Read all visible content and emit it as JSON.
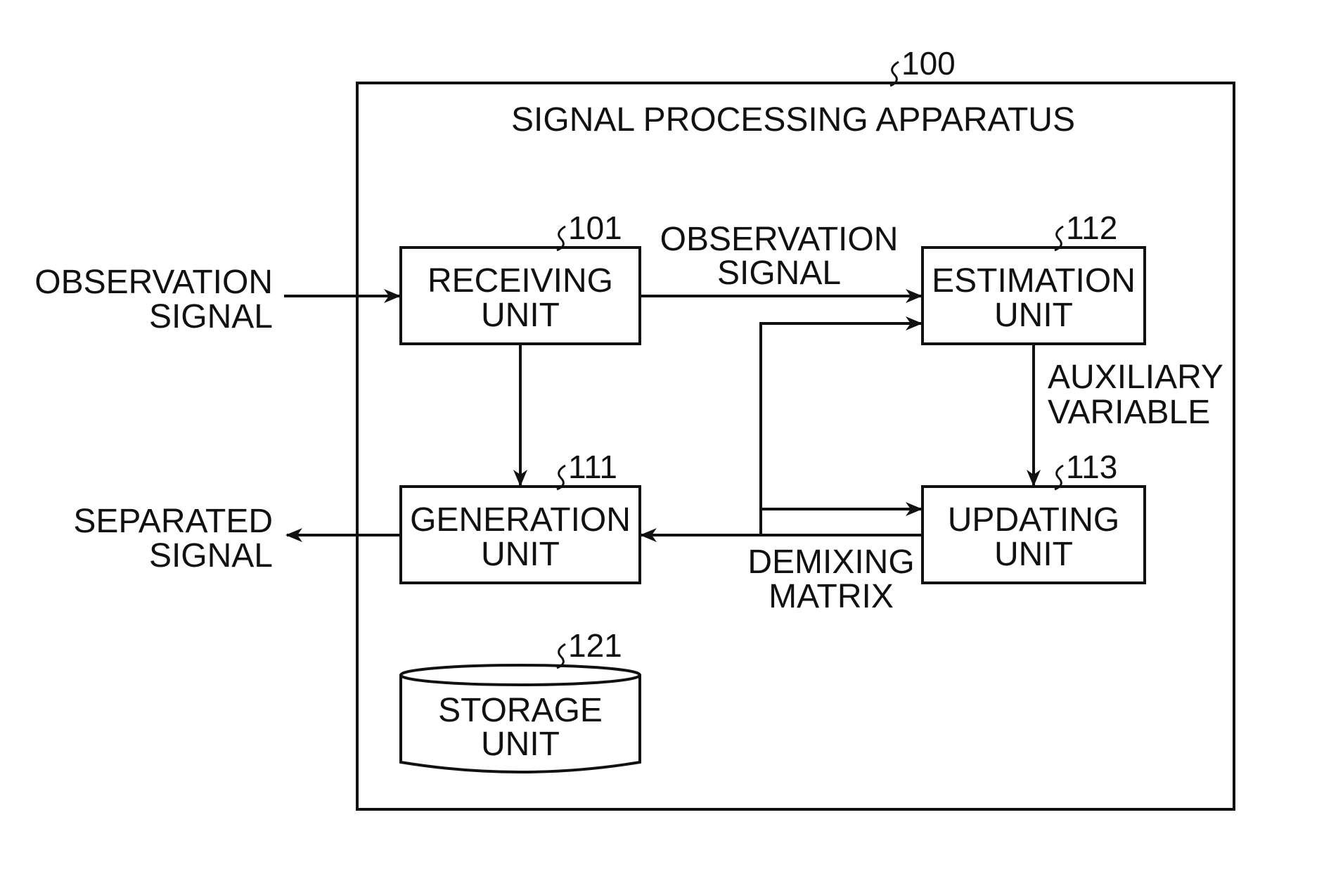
{
  "apparatus": {
    "ref": "100",
    "title": "SIGNAL PROCESSING APPARATUS"
  },
  "blocks": {
    "receiving": {
      "ref": "101",
      "line1": "RECEIVING",
      "line2": "UNIT"
    },
    "estimation": {
      "ref": "112",
      "line1": "ESTIMATION",
      "line2": "UNIT"
    },
    "generation": {
      "ref": "111",
      "line1": "GENERATION",
      "line2": "UNIT"
    },
    "updating": {
      "ref": "113",
      "line1": "UPDATING",
      "line2": "UNIT"
    },
    "storage": {
      "ref": "121",
      "line1": "STORAGE",
      "line2": "UNIT"
    }
  },
  "signals": {
    "input": {
      "line1": "OBSERVATION",
      "line2": "SIGNAL"
    },
    "to_estimation": {
      "line1": "OBSERVATION",
      "line2": "SIGNAL"
    },
    "auxiliary": {
      "line1": "AUXILIARY",
      "line2": "VARIABLE"
    },
    "demixing": {
      "line1": "DEMIXING",
      "line2": "MATRIX"
    },
    "output": {
      "line1": "SEPARATED",
      "line2": "SIGNAL"
    }
  }
}
